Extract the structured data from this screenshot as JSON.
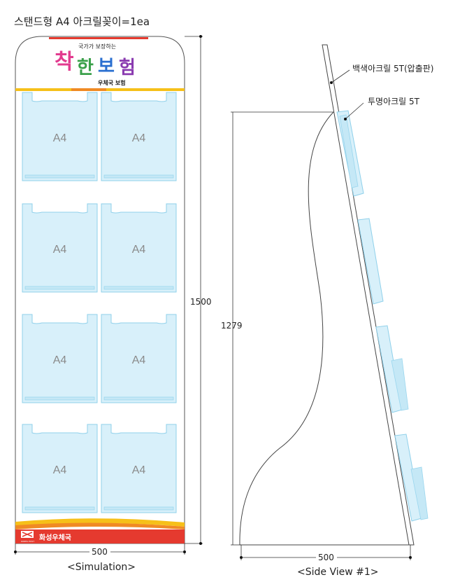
{
  "title": "스탠드형 A4 아크릴꽂이=1ea",
  "brand": {
    "tagline": "국가가 보장하는",
    "logo_chars": [
      "착",
      "한",
      "보",
      "험"
    ],
    "logo_colors": [
      "#e23b8f",
      "#3aa04a",
      "#2a6fd0",
      "#8a3bb0"
    ],
    "sub": "우체국 보험",
    "footer_text": "화성우체국",
    "footer_small": "KOREA POST"
  },
  "pocket_label": "A4",
  "pockets": [
    {
      "row": 1,
      "col": 1
    },
    {
      "row": 1,
      "col": 2
    },
    {
      "row": 2,
      "col": 1
    },
    {
      "row": 2,
      "col": 2
    },
    {
      "row": 3,
      "col": 1
    },
    {
      "row": 3,
      "col": 2
    },
    {
      "row": 4,
      "col": 1
    },
    {
      "row": 4,
      "col": 2
    }
  ],
  "dimensions": {
    "height": "1500",
    "width_front": "500",
    "side_height": "1279",
    "width_side": "500"
  },
  "side_labels": {
    "back_panel": "백색아크릴 5T(압출판)",
    "pocket_material": "투명아크릴 5T"
  },
  "captions": {
    "front": "<Simulation>",
    "side": "<Side View #1>"
  },
  "colors": {
    "accent_red": "#e53a2f",
    "accent_yellow": "#f6c019",
    "pocket_fill": "#d8f0fa",
    "pocket_stroke": "#8fd0ea"
  }
}
